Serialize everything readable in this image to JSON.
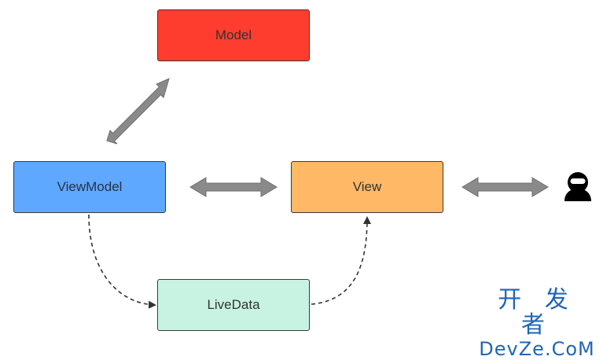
{
  "nodes": {
    "model": "Model",
    "viewmodel": "ViewModel",
    "view": "View",
    "livedata": "LiveData"
  },
  "colors": {
    "model": "#ff3d2e",
    "viewmodel": "#5fa8ff",
    "view": "#ffb866",
    "livedata": "#c8f3e2",
    "arrow": "#8a8a8a",
    "dashed": "#333333",
    "watermark": "#1f66b8"
  },
  "icons": {
    "user": "user-avatar-icon"
  },
  "watermark": {
    "chinese": "开 发 者",
    "site": "DevZe.CoM"
  }
}
